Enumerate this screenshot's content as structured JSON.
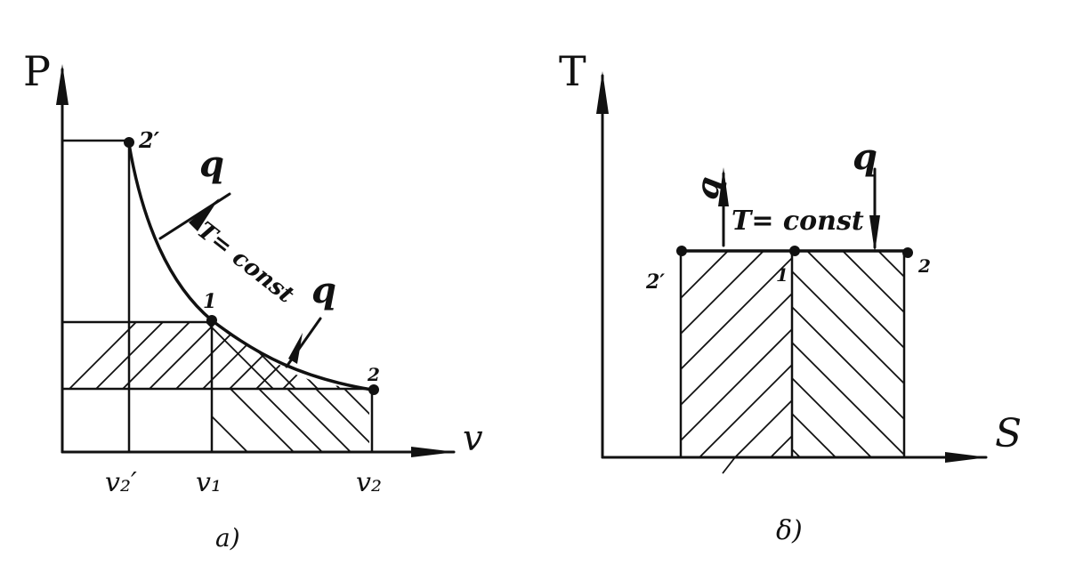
{
  "left_diagram": {
    "y_axis_label": "P",
    "x_axis_label": "v",
    "point_2prime": "2′",
    "point_1": "1",
    "point_2": "2",
    "heat_label_top": "q",
    "heat_label_bottom": "q",
    "isotherm_label": "T= const",
    "tick_v2prime": "v₂′",
    "tick_v1": "v₁",
    "tick_v2": "v₂",
    "caption": "a)"
  },
  "right_diagram": {
    "y_axis_label": "T",
    "x_axis_label": "S",
    "point_2prime": "2′",
    "point_1": "1",
    "point_2": "2",
    "heat_label_left": "q",
    "heat_label_right": "q",
    "isotherm_label": "T= const",
    "caption": "δ)"
  },
  "colors": {
    "ink": "#111111",
    "paper": "#ffffff"
  }
}
